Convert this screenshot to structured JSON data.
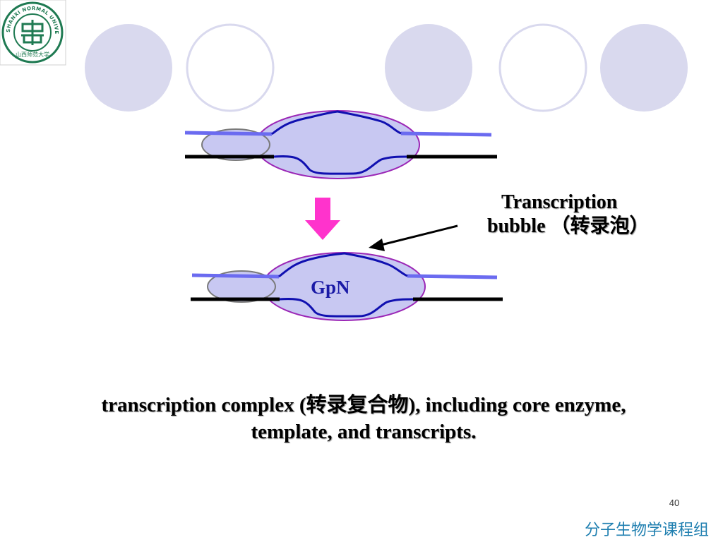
{
  "logo": {
    "ring_text": "SHANXI NORMAL UNIVERSITY",
    "cn_text": "山西师范大学",
    "color": "#1f7a52"
  },
  "decor": {
    "circle_fill": "#d9d9ee",
    "circle_stroke": "#d9d9ee"
  },
  "diagram": {
    "bubble_label_line1": "Transcription",
    "bubble_label_line2": "bubble （转录泡）",
    "inner_label": "GpN",
    "colors": {
      "bubble_fill": "#c8c8f2",
      "bubble_stroke": "#9b27b6",
      "strand_blue": "#6b6bf0",
      "strand_dark_blue": "#1010b0",
      "strand_black": "#000000",
      "arrow_magenta": "#ff33cc"
    }
  },
  "caption": {
    "line1": "transcription complex (转录复合物), including core enzyme,",
    "line2": "template, and transcripts."
  },
  "page_number": "40",
  "footer": "分子生物学课程组"
}
